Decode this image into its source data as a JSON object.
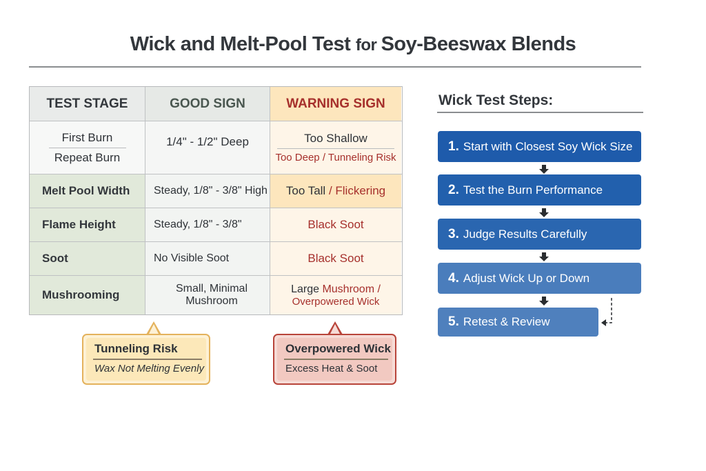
{
  "title": {
    "part1": "Wick and Melt-Pool Test ",
    "part2": "for ",
    "part3": "Soy-Beeswax Blends"
  },
  "table": {
    "headers": [
      "TEST STAGE",
      "GOOD SIGN",
      "WARNING SIGN"
    ],
    "rows": [
      {
        "stage_top": "First Burn",
        "stage_bottom": "Repeat Burn",
        "good": "1/4\" - 1/2\" Deep",
        "warning_top": "Too Shallow",
        "warning_bottom": "Too Deep / Tunneling Risk"
      },
      {
        "stage": "Melt Pool Width",
        "good": "Steady, 1/8\" - 3/8\" High",
        "warning_plain": "Too Tall ",
        "warning_red": "/ Flickering"
      },
      {
        "stage": "Flame Height",
        "good": "Steady, 1/8\" - 3/8\"",
        "warning_red": "Black Soot"
      },
      {
        "stage": "Soot",
        "good": "No Visible Soot",
        "warning_red": "Black Soot"
      },
      {
        "stage": "Mushrooming",
        "good": "Small, Minimal Mushroom",
        "warning_plain": "Large ",
        "warning_red": "Mushroom /",
        "warning_red2": "Overpowered Wick"
      }
    ]
  },
  "callouts": {
    "tunneling": {
      "title": "Tunneling Risk",
      "subtitle": "Wax Not Melting Evenly"
    },
    "overpowered": {
      "title": "Overpowered Wick",
      "subtitle": "Excess Heat & Soot"
    }
  },
  "steps": {
    "title": "Wick Test Steps:",
    "items": [
      {
        "num": "1.",
        "label": "Start with Closest Soy Wick Size",
        "color": "#1e5bab"
      },
      {
        "num": "2.",
        "label": "Test the Burn Performance",
        "color": "#2260ad"
      },
      {
        "num": "3.",
        "label": "Judge Results Carefully",
        "color": "#2a66b0"
      },
      {
        "num": "4.",
        "label": "Adjust Wick Up or Down",
        "color": "#4a7dbc"
      },
      {
        "num": "5.",
        "label": "Retest & Review",
        "color": "#4f80bd"
      }
    ]
  }
}
